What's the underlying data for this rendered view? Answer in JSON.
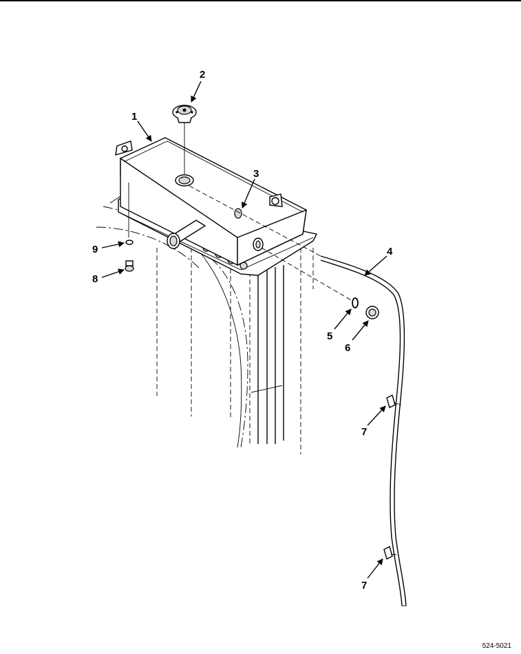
{
  "callouts": {
    "c1": "1",
    "c2": "2",
    "c3": "3",
    "c4": "4",
    "c5": "5",
    "c6": "6",
    "c7a": "7",
    "c7b": "7",
    "c8": "8",
    "c9": "9"
  },
  "figure_number": "524-5021"
}
